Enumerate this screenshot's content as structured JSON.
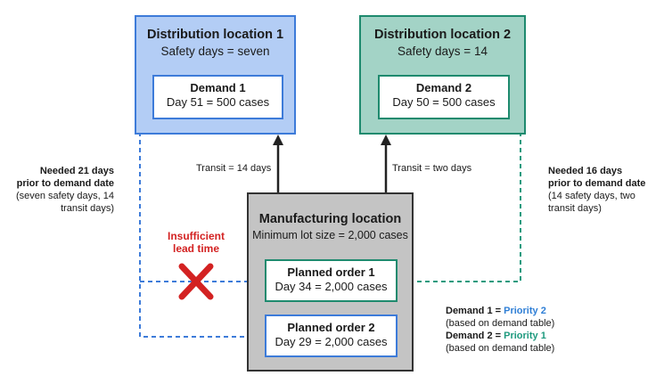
{
  "colors": {
    "dist1_fill": "#b3cdf5",
    "dist1_border": "#3d7bd9",
    "dist2_fill": "#a3d3c6",
    "dist2_border": "#1e8a6e",
    "mfg_fill": "#c4c4c4",
    "mfg_border": "#333333",
    "red": "#d32222",
    "blue_dash": "#3d7bd9",
    "green_dash": "#1e9a7e"
  },
  "dist1": {
    "title": "Distribution location 1",
    "subtitle": "Safety days = seven",
    "demand": {
      "title": "Demand 1",
      "detail": "Day 51 = 500 cases"
    }
  },
  "dist2": {
    "title": "Distribution location 2",
    "subtitle": "Safety days = 14",
    "demand": {
      "title": "Demand 2",
      "detail": "Day 50 = 500 cases"
    }
  },
  "mfg": {
    "title": "Manufacturing location",
    "subtitle": "Minimum lot size = 2,000 cases",
    "order1": {
      "title": "Planned order 1",
      "detail": "Day 34 = 2,000 cases"
    },
    "order2": {
      "title": "Planned order 2",
      "detail": "Day 29 = 2,000 cases"
    }
  },
  "transit": {
    "left": "Transit = 14 days",
    "right": "Transit = two days"
  },
  "left_note": {
    "line1": "Needed 21 days",
    "line2": "prior to demand date",
    "line3": "(seven safety days, 14",
    "line4": "transit days)"
  },
  "right_note": {
    "line1": "Needed 16 days",
    "line2": "prior to demand date",
    "line3": "(14 safety days, two",
    "line4": "transit days)"
  },
  "warning": {
    "line1": "Insufficient",
    "line2": "lead time"
  },
  "priority": {
    "d1_label": "Demand 1",
    "d1_eq": " = ",
    "d1_value": "Priority 2",
    "d1_note": "(based on demand table)",
    "d2_label": "Demand 2",
    "d2_eq": " = ",
    "d2_value": "Priority 1",
    "d2_note": "(based on demand table)"
  }
}
